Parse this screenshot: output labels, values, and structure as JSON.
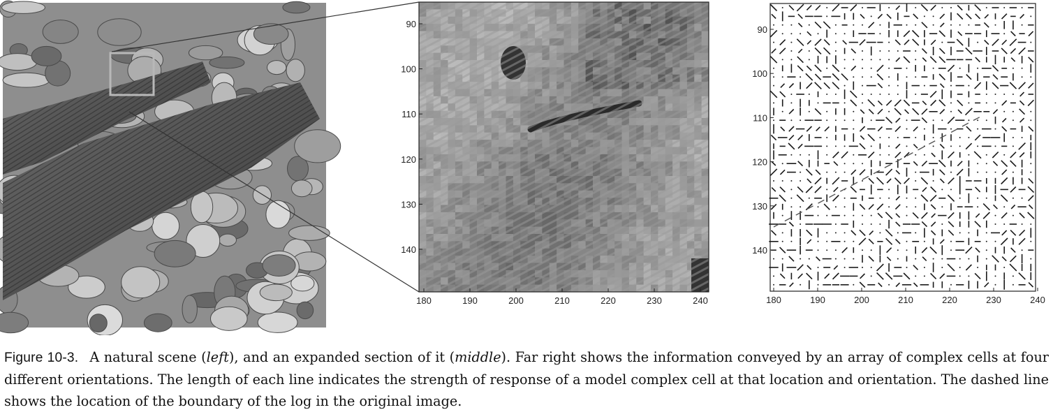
{
  "figure": {
    "middle_panel": {
      "x_ticks": [
        "180",
        "190",
        "200",
        "210",
        "220",
        "230",
        "240"
      ],
      "y_ticks": [
        "90",
        "100",
        "110",
        "120",
        "130",
        "140"
      ]
    },
    "right_panel": {
      "x_ticks": [
        "180",
        "190",
        "200",
        "210",
        "220",
        "230",
        "240"
      ],
      "y_ticks": [
        "90",
        "100",
        "110",
        "120",
        "130",
        "140"
      ]
    }
  },
  "caption": {
    "label": "Figure 10-3.",
    "t1": "A natural scene (",
    "em1": "left",
    "t2": "), and an expanded section of it (",
    "em2": "middle",
    "t3": "). Far right shows the information conveyed by an array of complex cells at four different orientations. The length of each line indicates the strength of response of a model complex cell at that location and orientation. The dashed line shows the location of the boundary of the log in the original image."
  }
}
